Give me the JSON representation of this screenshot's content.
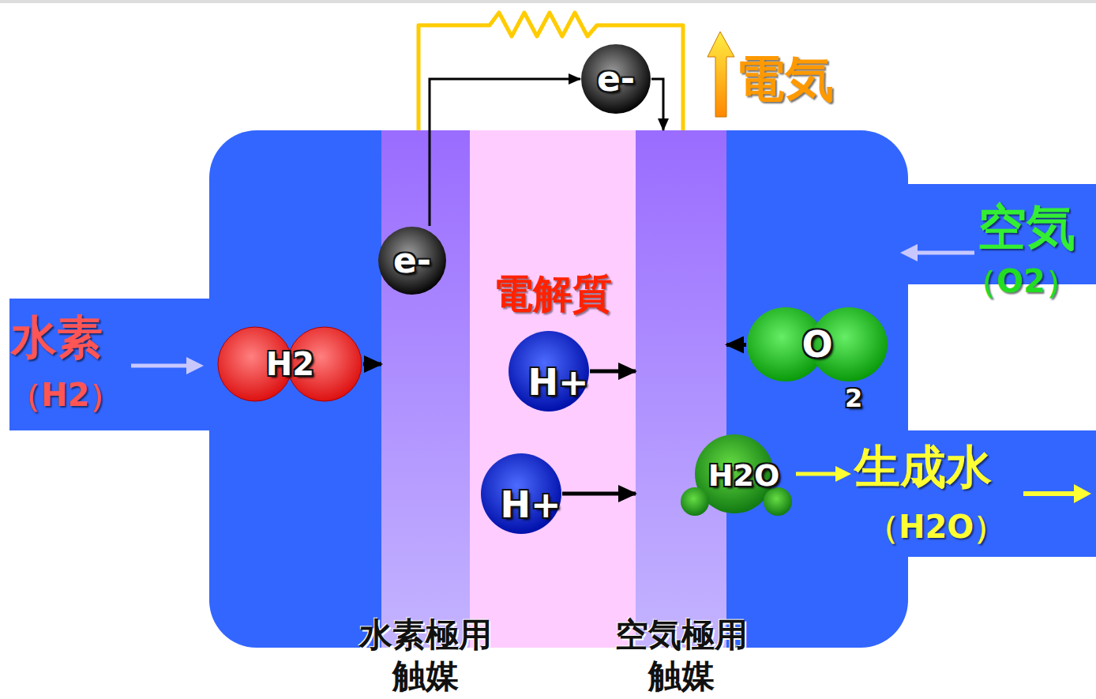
{
  "diagram": {
    "nodes": [
      {
        "text": [
          "水素極用 触媒"
        ]
      },
      {
        "text": [
          "電解質"
        ]
      },
      {
        "text": [
          "空気極用 触媒"
        ]
      },
      {
        "text": [
          "e-"
        ]
      },
      {
        "text": [
          "e-"
        ],
        "in": 0
      },
      {
        "text": [
          "H2"
        ]
      },
      {
        "text": [
          "H+"
        ],
        "in": 1
      },
      {
        "text": [
          "H+"
        ],
        "in": 1
      },
      {
        "text": [
          "O",
          "2"
        ]
      },
      {
        "text": [
          "H2O"
        ]
      }
    ],
    "edges": [
      {
        "from": 5,
        "to": 0,
        "arrow": "to"
      },
      {
        "from": 6,
        "to": 2,
        "arrow": "to"
      },
      {
        "from": 7,
        "to": 2,
        "arrow": "to"
      },
      {
        "from": 8,
        "to": 2,
        "arrow": "to"
      },
      {
        "from": 4,
        "to": 3,
        "arrow": "to"
      },
      {
        "from": 3,
        "to": 2,
        "arrow": "to"
      }
    ],
    "labels": [
      "電気",
      "水素",
      "（H2）",
      "空気",
      "（O2）",
      "生成水",
      "（H2O）"
    ]
  }
}
